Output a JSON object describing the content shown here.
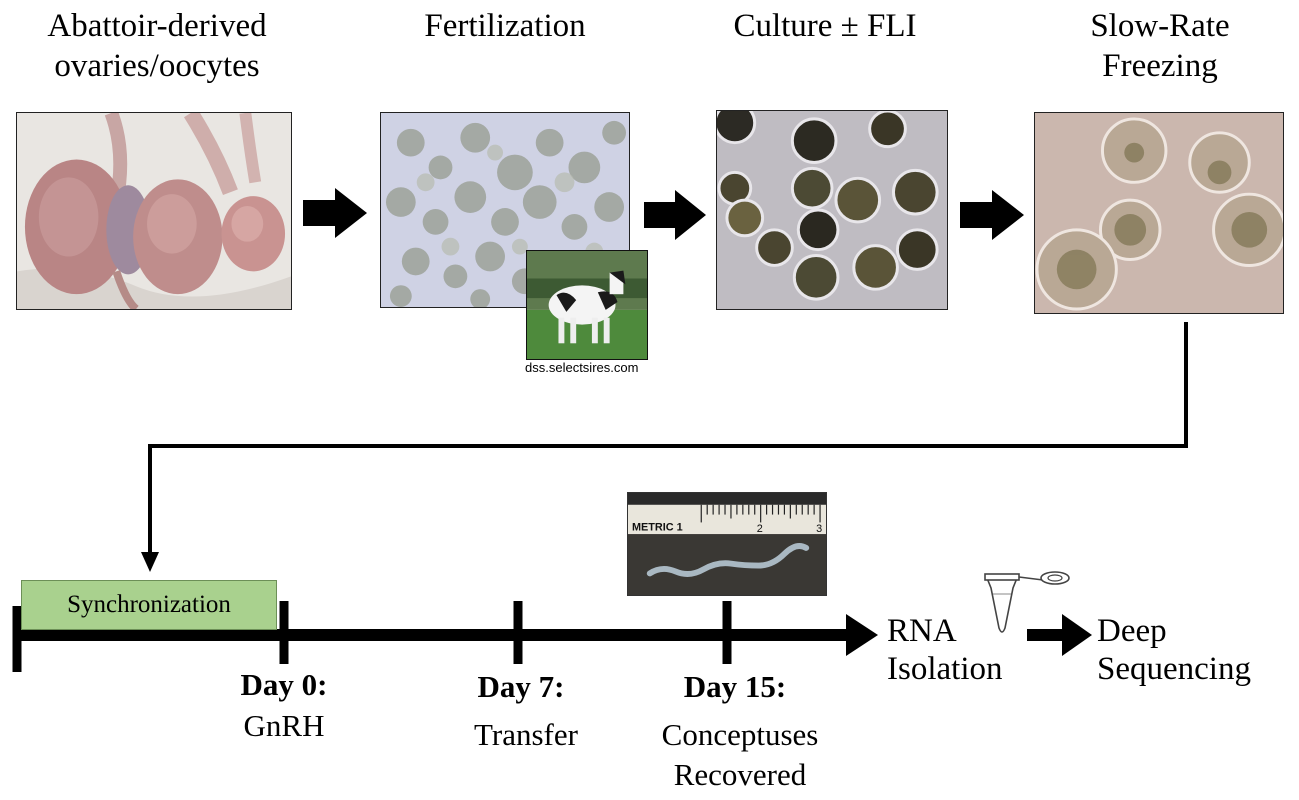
{
  "steps": [
    {
      "line1": "Abattoir-derived",
      "line2": "ovaries/oocytes"
    },
    {
      "line1": "Fertilization",
      "line2": ""
    },
    {
      "line1": "Culture ± FLI",
      "line2": ""
    },
    {
      "line1": "Slow-Rate",
      "line2": "Freezing"
    }
  ],
  "image_credit": "dss.selectsires.com",
  "synchronization_label": "Synchronization",
  "timeline": [
    {
      "title": "Day 0:",
      "line1": "GnRH",
      "line2": ""
    },
    {
      "title": "Day 7:",
      "line1": "Transfer",
      "line2": ""
    },
    {
      "title": "Day 15:",
      "line1": "Conceptuses",
      "line2": "Recovered"
    }
  ],
  "ruler_text": {
    "label": "METRIC 1",
    "mark2": "2",
    "mark3": "3"
  },
  "rna": {
    "line1": "RNA",
    "line2": "Isolation"
  },
  "sequencing": {
    "line1": "Deep",
    "line2": "Sequencing"
  },
  "colors": {
    "synchronization_fill": "#a9d18e",
    "arrow": "#000000"
  }
}
